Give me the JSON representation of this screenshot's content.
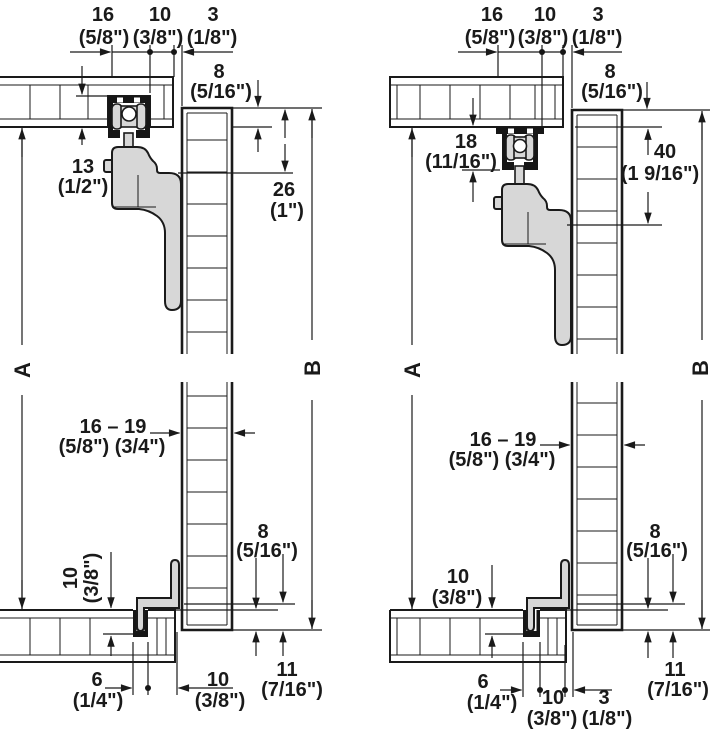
{
  "drawing": {
    "type": "sliding-door-hardware-installation-cross-section",
    "colors": {
      "line": "#1a1a1a",
      "hardware_gray": "#d7d7d7",
      "track_black": "#161616",
      "background": "#ffffff"
    }
  },
  "dims": {
    "left": {
      "top_width_mm": "16",
      "top_width_in": "(5/8\")",
      "top_offset_mm": "10",
      "top_offset_in": "(3/8\")",
      "top_gap_mm": "3",
      "top_gap_in": "(1/8\")",
      "overlap_top_mm": "8",
      "overlap_top_in": "(5/16\")",
      "recess_mm": "13",
      "recess_in": "(1/2\")",
      "drop_mm": "26",
      "drop_in": "(1\")",
      "opening": "A",
      "door": "B",
      "thickness_mm": "16 – 19",
      "thickness_in": "(5/8\") (3/4\")",
      "channel_depth_mm": "10",
      "channel_depth_in": "(3/8\")",
      "overlap_bottom_mm": "8",
      "overlap_bottom_in": "(5/16\")",
      "channel_width_mm": "6",
      "channel_width_in": "(1/4\")",
      "channel_offset_mm": "10",
      "channel_offset_in": "(3/8\")",
      "engagement_mm": "11",
      "engagement_in": "(7/16\")"
    },
    "right": {
      "top_width_mm": "16",
      "top_width_in": "(5/8\")",
      "top_offset_mm": "10",
      "top_offset_in": "(3/8\")",
      "top_gap_mm": "3",
      "top_gap_in": "(1/8\")",
      "overlap_top_mm": "8",
      "overlap_top_in": "(5/16\")",
      "recess_mm": "18",
      "recess_in": "(11/16\")",
      "drop_mm": "40",
      "drop_in": "(1 9/16\")",
      "opening": "A",
      "door": "B",
      "thickness_mm": "16 – 19",
      "thickness_in": "(5/8\") (3/4\")",
      "channel_depth_mm": "10",
      "channel_depth_in": "(3/8\")",
      "overlap_bottom_mm": "8",
      "overlap_bottom_in": "(5/16\")",
      "channel_width_mm": "6",
      "channel_width_in": "(1/4\")",
      "channel_offset_mm": "10",
      "channel_offset_in": "(3/8\")",
      "bottom_gap_mm": "3",
      "bottom_gap_in": "(1/8\")",
      "engagement_mm": "11",
      "engagement_in": "(7/16\")"
    }
  }
}
